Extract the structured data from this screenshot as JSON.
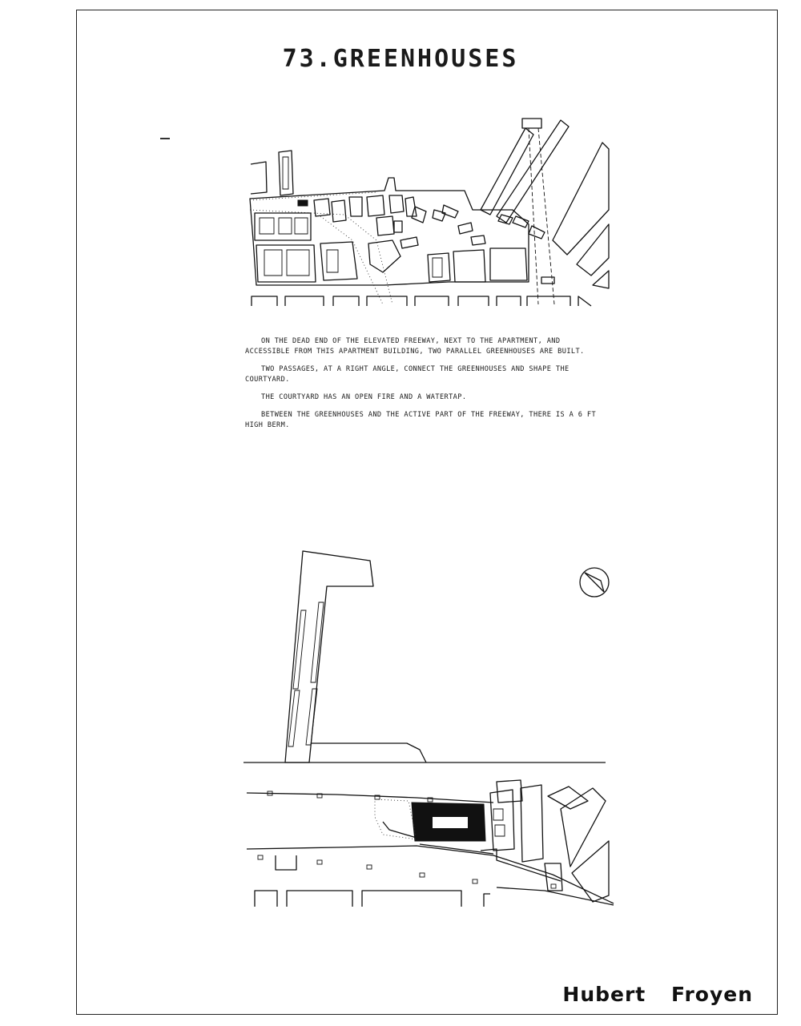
{
  "title": "73.GREENHOUSES",
  "description": [
    "On the dead end of the elevated freeway, next to the apartment, and accessible from this apartment building, two parallel greenhouses are built.",
    "Two passages, at a right angle, connect the greenhouses and shape the courtyard.",
    "The courtyard has an open fire and a watertap.",
    "Between the greenhouses and the active part of the freeway, there is a 6 ft high berm."
  ],
  "signature": "Hubert Froyen",
  "figures": {
    "site_plan": "site-plan-drawing",
    "detail_plan": "detail-plan-drawing",
    "north_arrow": "north-arrow-icon"
  }
}
